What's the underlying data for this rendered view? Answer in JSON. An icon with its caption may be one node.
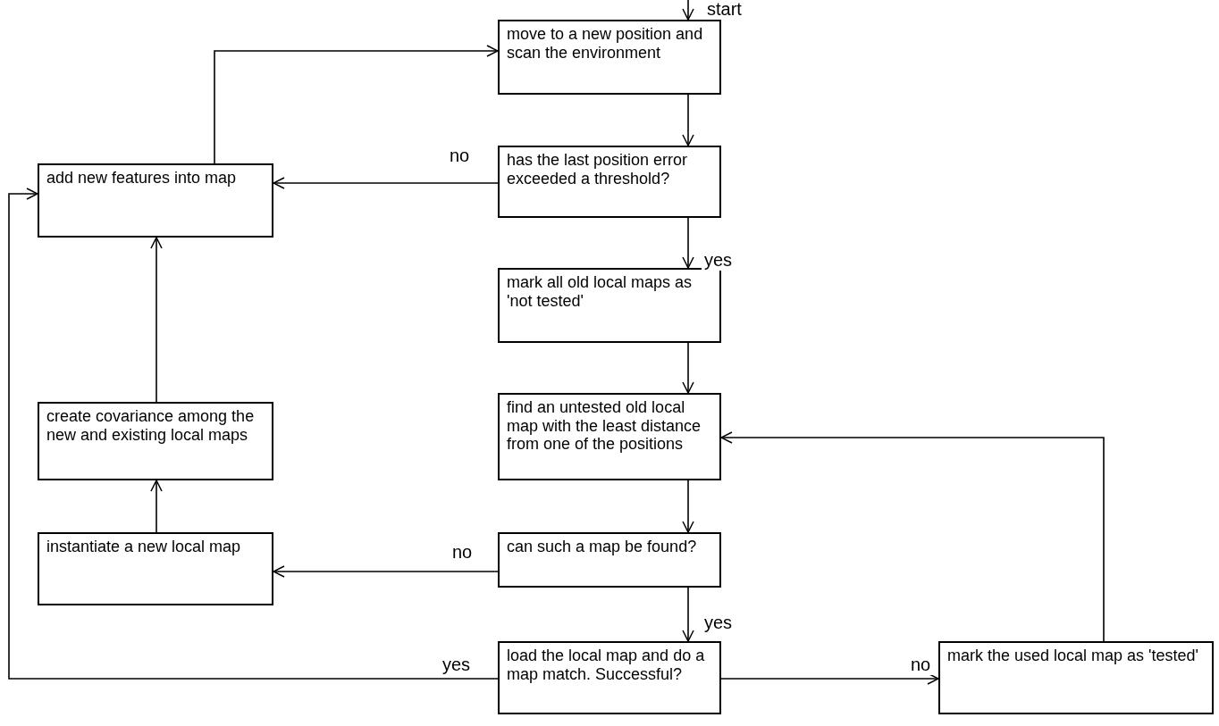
{
  "diagram": {
    "nodes": [
      {
        "text": [
          "move to a new position and scan the environment"
        ]
      },
      {
        "text": [
          "has the last position error exceeded a threshold?"
        ]
      },
      {
        "text": [
          "add new features into map"
        ]
      },
      {
        "text": [
          "mark all old local maps as 'not tested'"
        ]
      },
      {
        "text": [
          "find an untested old local map with the least distance from one of the positions"
        ]
      },
      {
        "text": [
          "create covariance among the new and existing local maps"
        ]
      },
      {
        "text": [
          "can such a map be found?"
        ]
      },
      {
        "text": [
          "instantiate a new local map"
        ]
      },
      {
        "text": [
          "load the local map and do a map match. Successful?"
        ]
      },
      {
        "text": [
          "mark the used local map as 'tested'"
        ]
      }
    ],
    "edges": [
      {
        "from": null,
        "to": 0,
        "arrow": "to",
        "label": "start"
      },
      {
        "from": 0,
        "to": 1,
        "arrow": "to"
      },
      {
        "from": 1,
        "to": 2,
        "arrow": "to",
        "label": "no"
      },
      {
        "from": 1,
        "to": 3,
        "arrow": "to",
        "label": "yes"
      },
      {
        "from": 3,
        "to": 4,
        "arrow": "to"
      },
      {
        "from": 4,
        "to": 6,
        "arrow": "to"
      },
      {
        "from": 6,
        "to": 7,
        "arrow": "to",
        "label": "no"
      },
      {
        "from": 6,
        "to": 8,
        "arrow": "to",
        "label": "yes"
      },
      {
        "from": 8,
        "to": 2,
        "arrow": "to",
        "label": "yes"
      },
      {
        "from": 8,
        "to": 9,
        "arrow": "to",
        "label": "no"
      },
      {
        "from": 9,
        "to": 4,
        "arrow": "to"
      },
      {
        "from": 7,
        "to": 5,
        "arrow": "to"
      },
      {
        "from": 5,
        "to": 2,
        "arrow": "to"
      },
      {
        "from": 2,
        "to": 0,
        "arrow": "to"
      }
    ]
  }
}
